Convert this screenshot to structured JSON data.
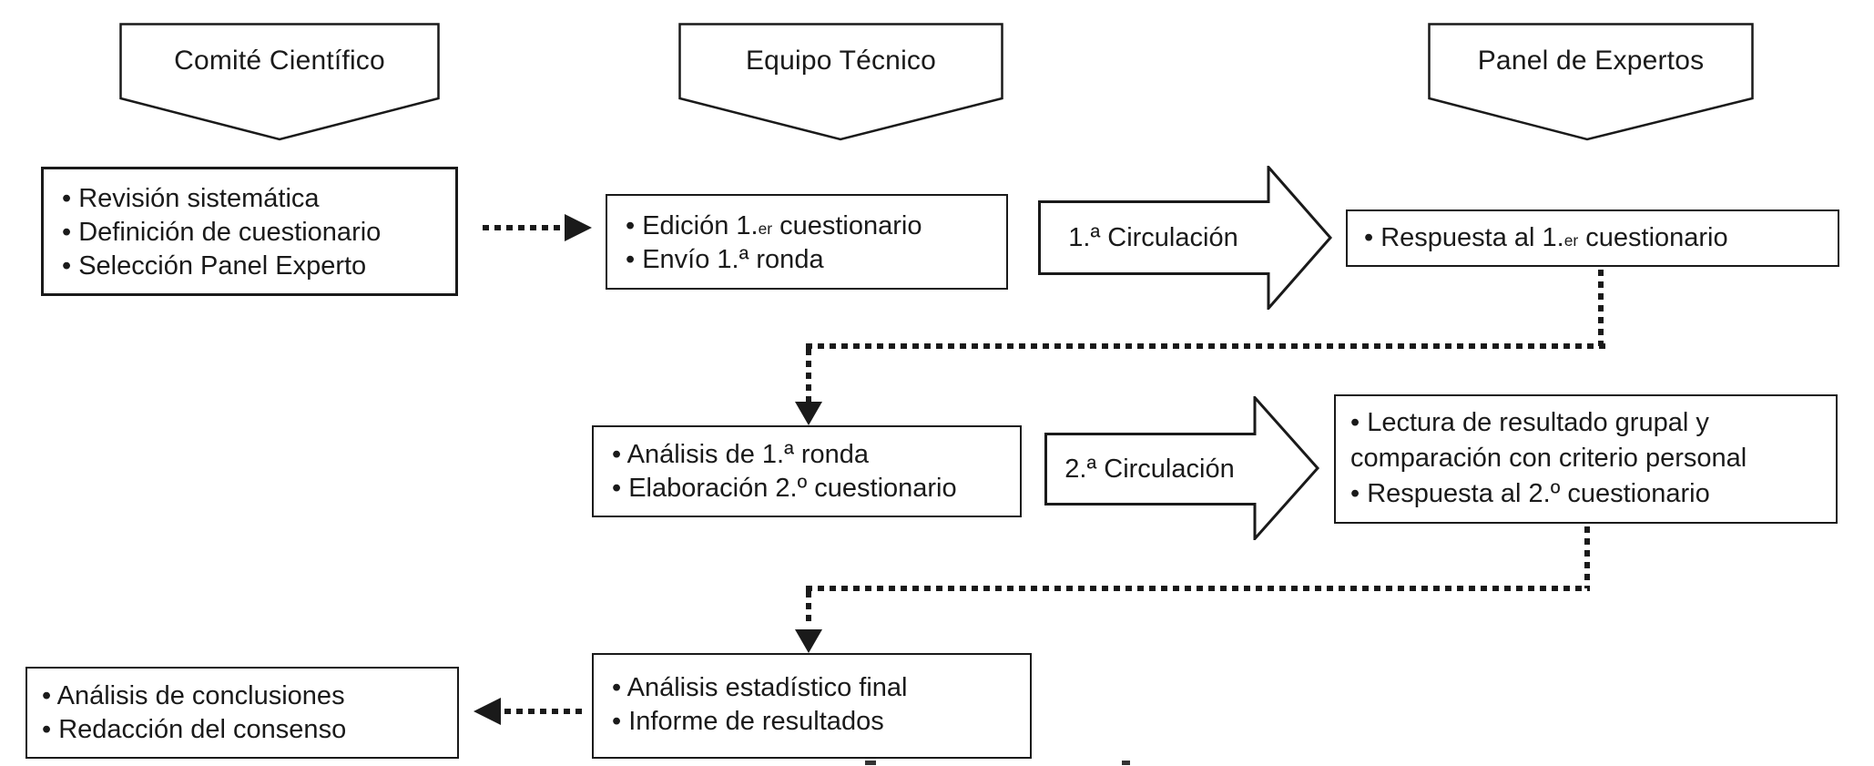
{
  "colors": {
    "ink": "#1a1a1a",
    "background": "#ffffff"
  },
  "banners": [
    {
      "label": "Comité Científico"
    },
    {
      "label": "Equipo Técnico"
    },
    {
      "label": "Panel de Expertos"
    }
  ],
  "circulations": [
    {
      "label": "1.ª Circulación"
    },
    {
      "label": "2.ª Circulación"
    }
  ],
  "boxes": {
    "comite_tasks": {
      "lines": [
        "• Revisión sistemática",
        "• Definición de cuestionario",
        "• Selección Panel Experto"
      ]
    },
    "edicion": {
      "lines": [
        "• Edición 1.^{er} cuestionario",
        "• Envío 1.ª ronda"
      ]
    },
    "respuesta1": {
      "lines": [
        "• Respuesta al 1.^{er} cuestionario"
      ]
    },
    "analisis_ronda1": {
      "lines": [
        "• Análisis de 1.ª ronda",
        "• Elaboración 2.º cuestionario"
      ]
    },
    "lectura": {
      "lines": [
        "• Lectura de resultado grupal y",
        "comparación con criterio personal",
        "• Respuesta al 2.º cuestionario"
      ]
    },
    "analisis_final": {
      "lines": [
        "• Análisis estadístico final",
        "• Informe de resultados"
      ]
    },
    "conclusiones": {
      "lines": [
        "• Análisis de conclusiones",
        "• Redacción del consenso"
      ]
    }
  }
}
